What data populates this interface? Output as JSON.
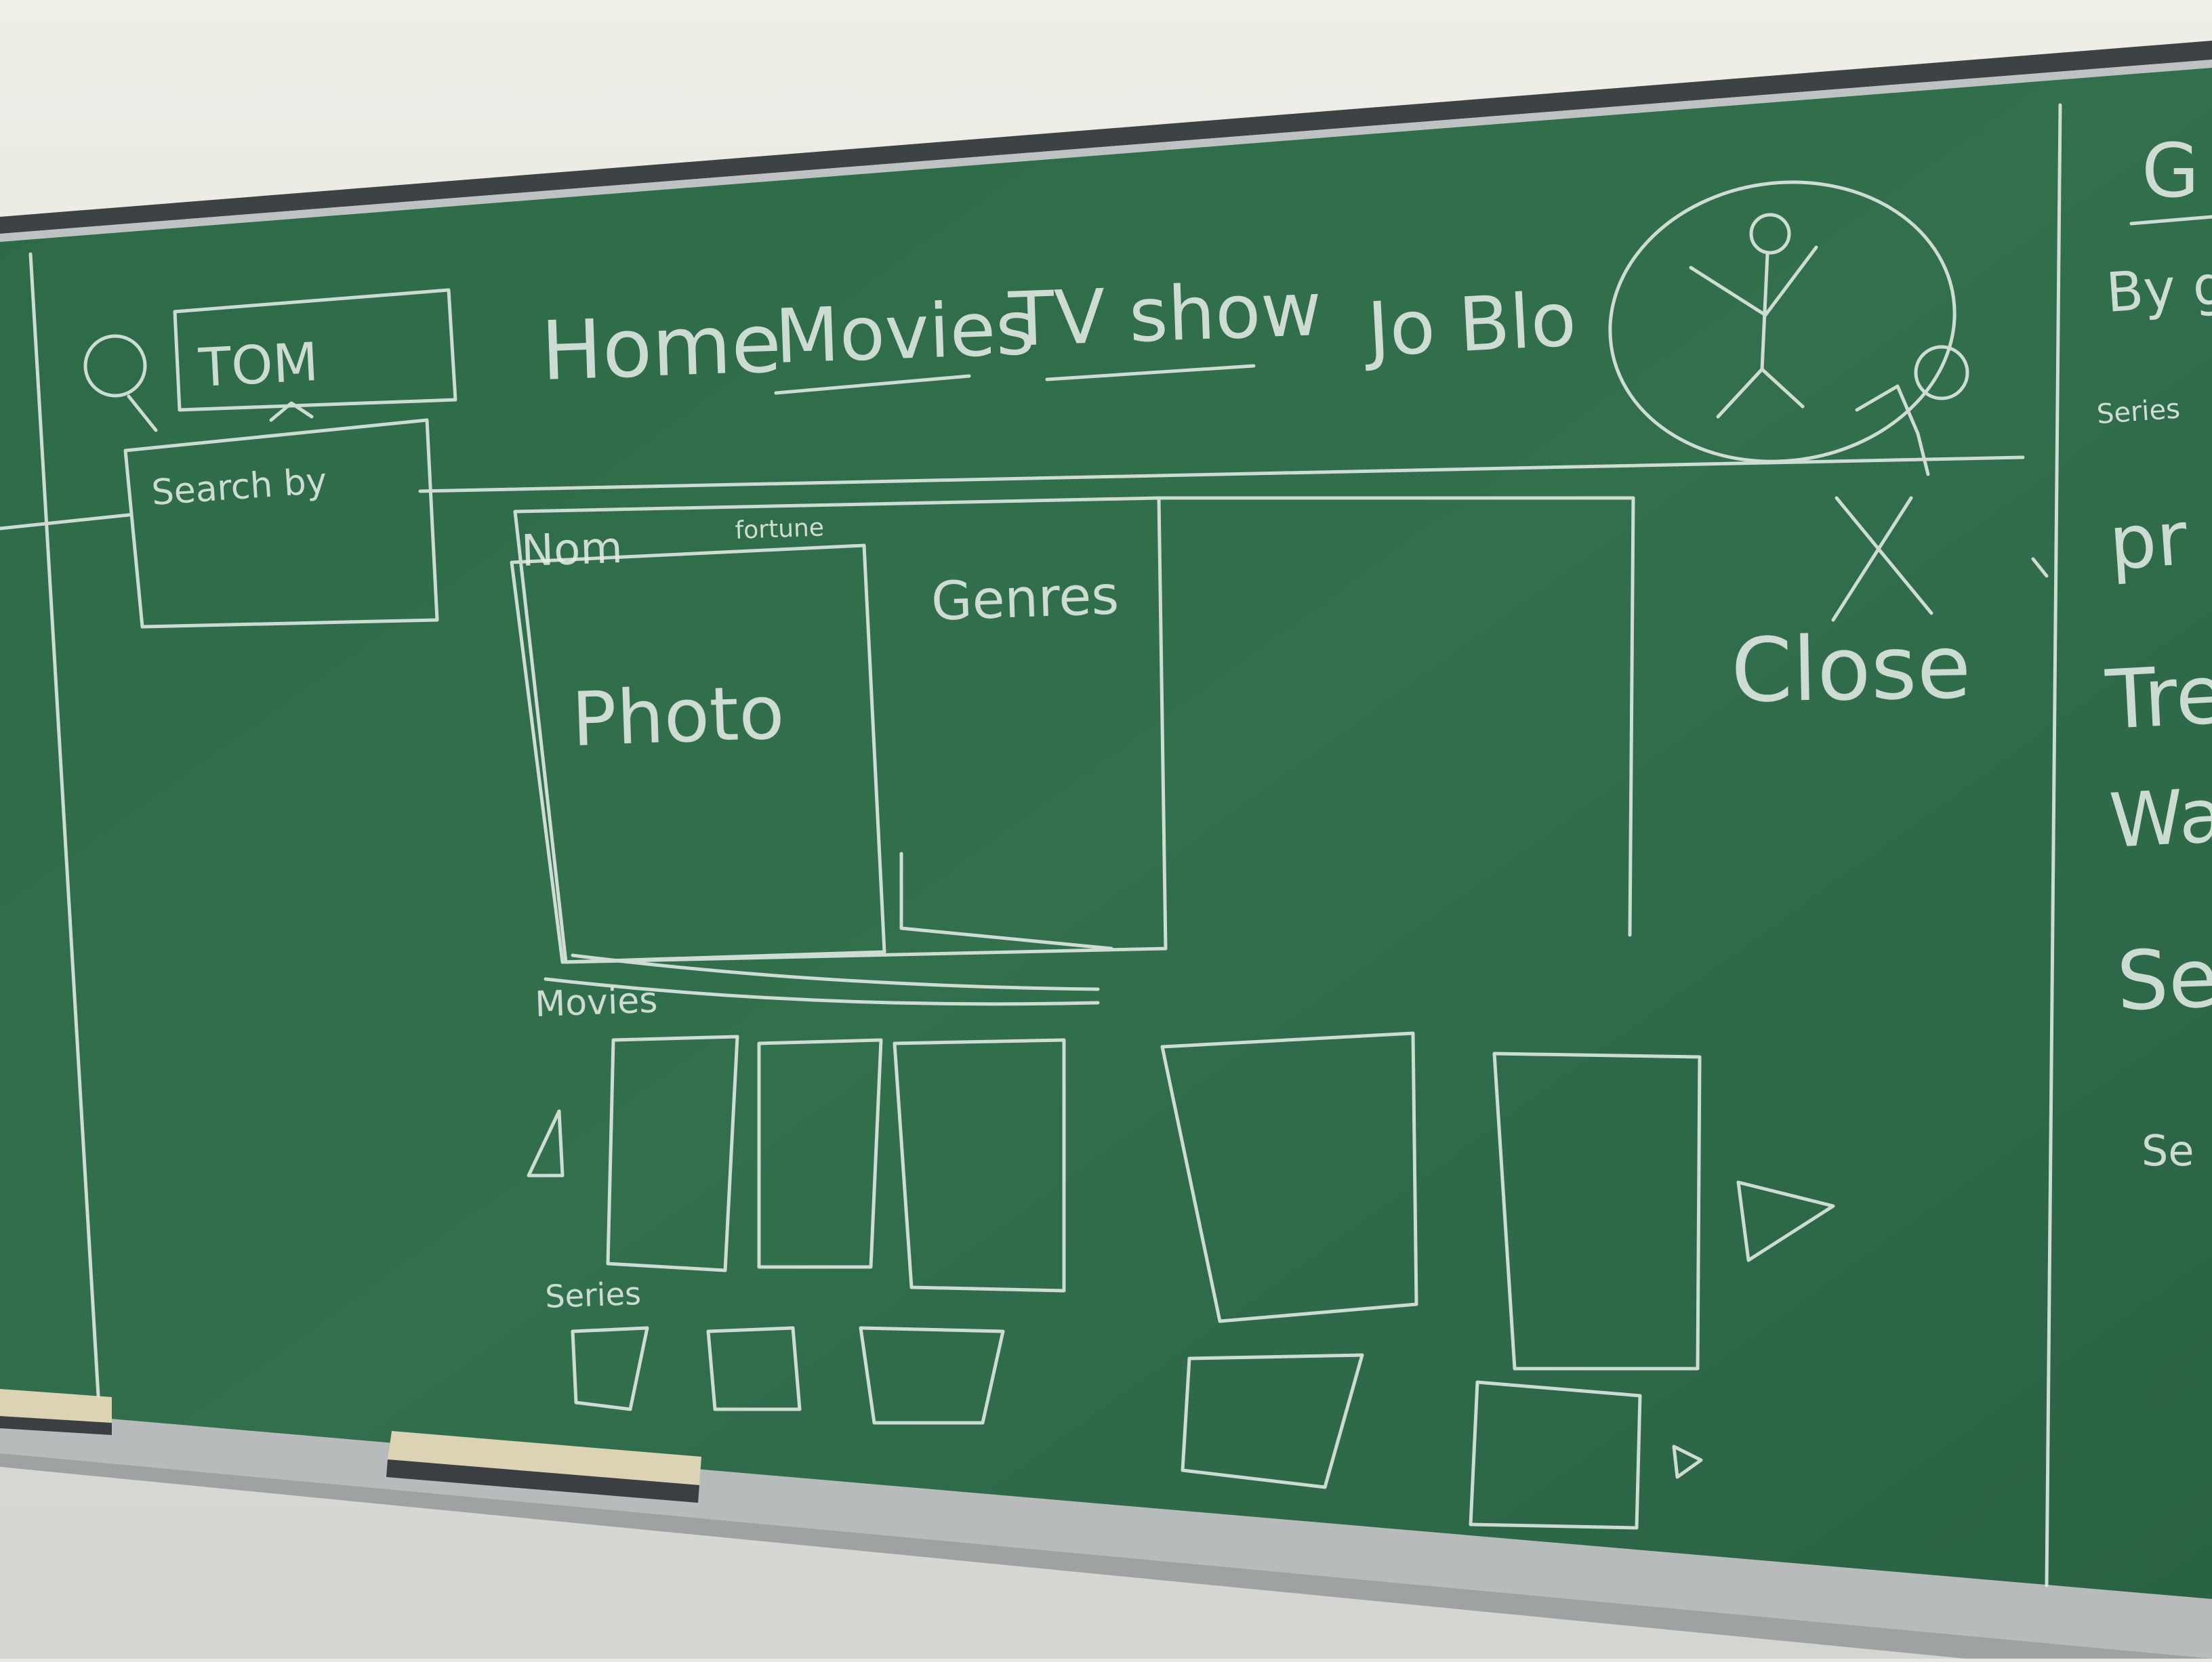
{
  "palette": {
    "wall_top": "#ecebe4",
    "wall_bottom": "#d8d8d4",
    "board": "#2f6b4a",
    "board_dark": "#275c3f",
    "frame": "#b9bcbd",
    "frame_dark": "#4a4f52",
    "chalk": "#e4ece6",
    "eraser_felt": "#3b3f44",
    "eraser_top": "#dcd3b4"
  },
  "sketch": {
    "search_value": "TOM",
    "search_dropdown_label": "Search by",
    "nav_items": [
      "Home",
      "Movies",
      "TV show"
    ],
    "user_name": "Jo Blo",
    "panel": {
      "name_label": "Nom",
      "fortune_label": "fortune",
      "photo_label": "Photo",
      "genres_label": "Genres"
    },
    "close_label": "Close",
    "row_movies_label": "Movies",
    "row_series_label": "Series"
  },
  "side_column": {
    "items": [
      "G",
      "By g",
      "Series",
      "pr",
      "Tre",
      "Wa",
      "Se",
      "Se"
    ]
  }
}
